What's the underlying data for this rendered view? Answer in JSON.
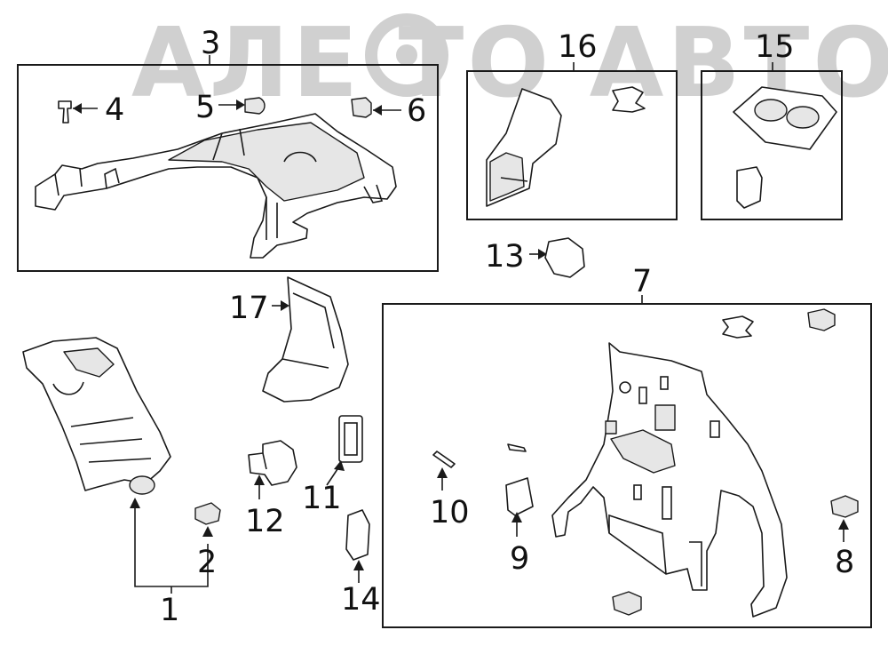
{
  "watermark": "АЛЕ ТО АВТО",
  "callouts": {
    "c1": "1",
    "c2": "2",
    "c3": "3",
    "c4": "4",
    "c5": "5",
    "c6": "6",
    "c7": "7",
    "c8": "8",
    "c9": "9",
    "c10": "10",
    "c11": "11",
    "c12": "12",
    "c13": "13",
    "c14": "14",
    "c15": "15",
    "c16": "16",
    "c17": "17"
  },
  "colors": {
    "line": "#1a1a1a",
    "watermark": "#d0d0d0",
    "background": "#ffffff"
  }
}
